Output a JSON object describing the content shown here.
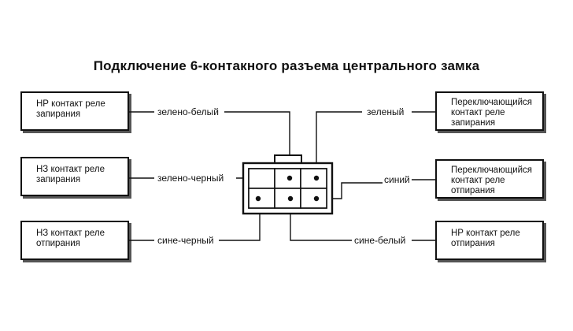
{
  "title": "Подключение 6-контакного разъема центрального замка",
  "left_boxes": [
    {
      "line1": "НР контакт реле",
      "line2": "запирания"
    },
    {
      "line1": "НЗ контакт реле",
      "line2": "запирания"
    },
    {
      "line1": "НЗ контакт реле",
      "line2": "отпирания"
    }
  ],
  "right_boxes": [
    {
      "line1": "Переключающийся",
      "line2": "контакт реле",
      "line3": "запирания"
    },
    {
      "line1": "Переключающийся",
      "line2": "контакт реле",
      "line3": "отпирания"
    },
    {
      "line1": "НР контакт реле",
      "line2": "отпирания"
    }
  ],
  "wires": {
    "left": [
      "зелено-белый",
      "зелено-черный",
      "сине-черный"
    ],
    "right": [
      "зеленый",
      "синий",
      "сине-белый"
    ]
  }
}
